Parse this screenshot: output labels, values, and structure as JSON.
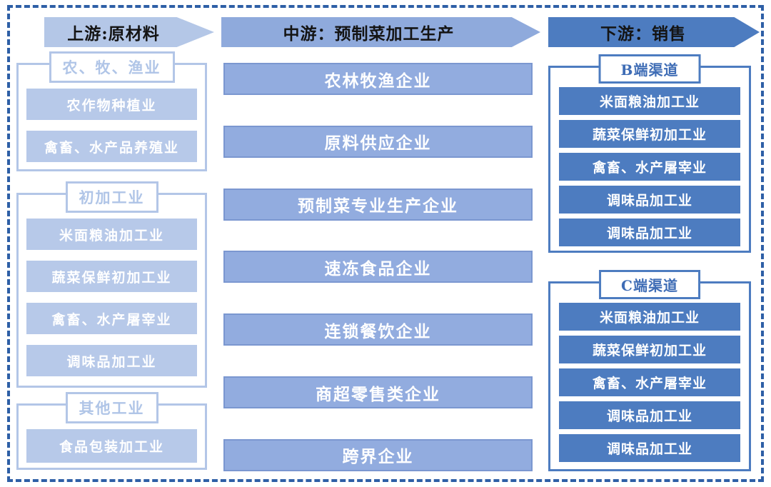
{
  "colors": {
    "frame_dash": "#2e5fa6",
    "upstream_fill": "#b4c7e7",
    "midstream_fill": "#8faadc",
    "downstream_fill": "#4d7cc0"
  },
  "arrows": [
    {
      "label": "上游:原材料"
    },
    {
      "label": "中游：预制菜加工生产"
    },
    {
      "label": "下游：销售"
    }
  ],
  "upstream": {
    "groups": [
      {
        "title": "农、牧、渔业",
        "items": [
          "农作物种植业",
          "禽畜、水产品养殖业"
        ]
      },
      {
        "title": "初加工业",
        "items": [
          "米面粮油加工业",
          "蔬菜保鲜初加工业",
          "禽畜、水产屠宰业",
          "调味品加工业"
        ]
      },
      {
        "title": "其他工业",
        "items": [
          "食品包装加工业"
        ]
      }
    ]
  },
  "midstream": {
    "items": [
      "农林牧渔企业",
      "原料供应企业",
      "预制菜专业生产企业",
      "速冻食品企业",
      "连锁餐饮企业",
      "商超零售类企业",
      "跨界企业"
    ]
  },
  "downstream": {
    "groups": [
      {
        "title": "B端渠道",
        "items": [
          "米面粮油加工业",
          "蔬菜保鲜初加工业",
          "禽畜、水产屠宰业",
          "调味品加工业",
          "调味品加工业"
        ]
      },
      {
        "title": "C端渠道",
        "items": [
          "米面粮油加工业",
          "蔬菜保鲜初加工业",
          "禽畜、水产屠宰业",
          "调味品加工业",
          "调味品加工业"
        ]
      }
    ]
  }
}
